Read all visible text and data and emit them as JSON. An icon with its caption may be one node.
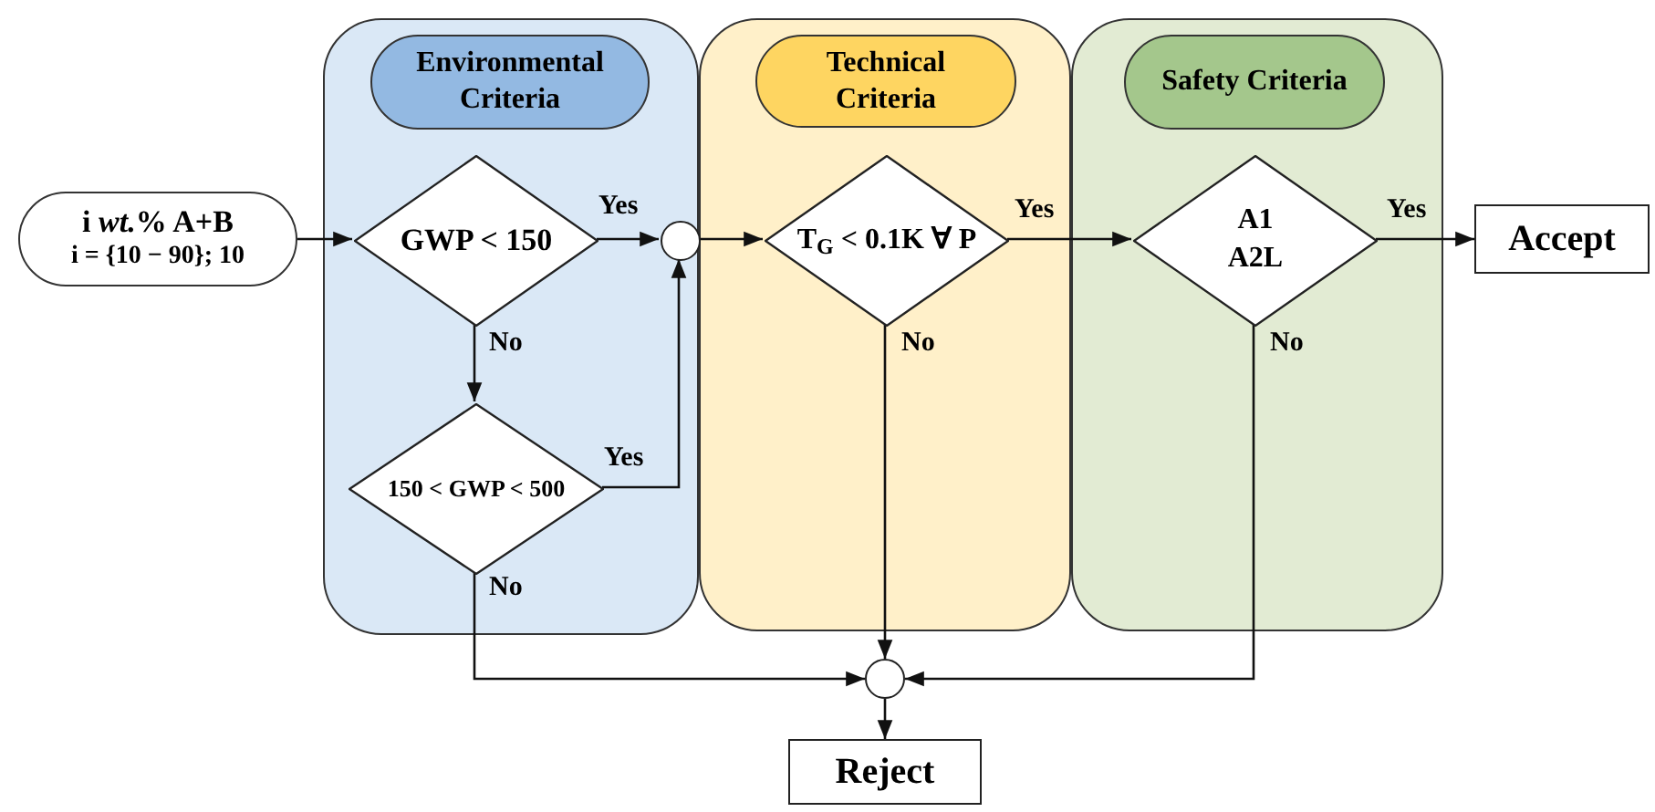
{
  "diagram": {
    "nodes": [
      {
        "text": [
          "i *wt.*% A+B",
          "i = {10 − 90}; 10"
        ]
      },
      {
        "text": [],
        "shape": "box"
      },
      {
        "text": [
          "Environmental Criteria"
        ],
        "in": 1
      },
      {
        "text": [
          "GWP < 150"
        ],
        "in": 1
      },
      {
        "text": [
          "150 < GWP < 500"
        ],
        "in": 1
      },
      {
        "text": [],
        "shape": "circle",
        "in": 1
      },
      {
        "text": [],
        "shape": "box"
      },
      {
        "text": [
          "Technical Criteria"
        ],
        "in": 6
      },
      {
        "text": [
          "T$_{G}$ < 0.1K ∀ P"
        ],
        "in": 6
      },
      {
        "text": [],
        "shape": "box"
      },
      {
        "text": [
          "Safety Criteria"
        ],
        "in": 9
      },
      {
        "text": [
          "A1 A2L"
        ],
        "in": 9
      },
      {
        "text": [
          "Accept"
        ]
      },
      {
        "text": [],
        "shape": "circle"
      },
      {
        "text": [
          "Reject"
        ]
      }
    ],
    "edges": [
      {
        "from": 0,
        "to": 3,
        "arrow": "to"
      },
      {
        "from": 3,
        "to": 5,
        "arrow": "to",
        "label": "Yes"
      },
      {
        "from": 3,
        "to": 4,
        "arrow": "to",
        "label": "No"
      },
      {
        "from": 4,
        "to": 5,
        "arrow": "to",
        "label": "Yes"
      },
      {
        "from": 5,
        "to": 8,
        "arrow": "to"
      },
      {
        "from": 8,
        "to": 11,
        "arrow": "to",
        "label": "Yes"
      },
      {
        "from": 11,
        "to": 12,
        "arrow": "to",
        "label": "Yes"
      },
      {
        "from": 8,
        "to": 13,
        "arrow": "to",
        "label": "No"
      },
      {
        "from": 4,
        "to": 13,
        "arrow": "to",
        "label": "No"
      },
      {
        "from": 11,
        "to": 13,
        "arrow": "to",
        "label": "No"
      },
      {
        "from": 13,
        "to": 14,
        "arrow": "to"
      }
    ]
  }
}
